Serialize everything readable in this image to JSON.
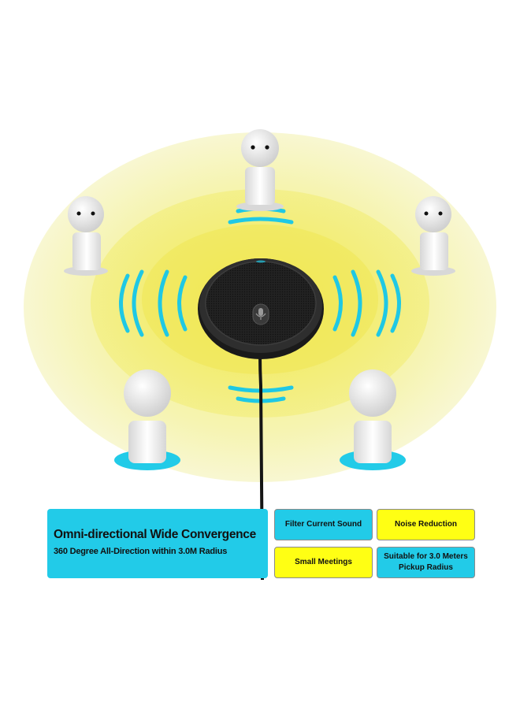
{
  "scene": {
    "colors": {
      "outer_glow": "#f7f6c6",
      "middle_glow": "#f3f08a",
      "inner_glow": "#f0e84c",
      "sound_waves": "#1fc8e4",
      "figure_body": "#f2f2f2",
      "figure_shadow": "#d8d8d8",
      "base_pad": "#22cbe8",
      "device_body": "#2a2a2a",
      "device_grille": "#1a1a1a",
      "cable": "#151515"
    },
    "icons": [
      "microphone-icon",
      "person-figure-icon",
      "sound-wave-icon"
    ]
  },
  "info": {
    "title": "Omni-directional Wide Convergence",
    "subtitle": "360 Degree All-Direction within 3.0M Radius"
  },
  "features": [
    {
      "label": "Filter Current Sound",
      "color": "cyan"
    },
    {
      "label": "Noise Reduction",
      "color": "yellow"
    },
    {
      "label": "Small Meetings",
      "color": "yellow"
    },
    {
      "label": "Suitable for 3.0 Meters Pickup Radius",
      "color": "cyan"
    }
  ]
}
